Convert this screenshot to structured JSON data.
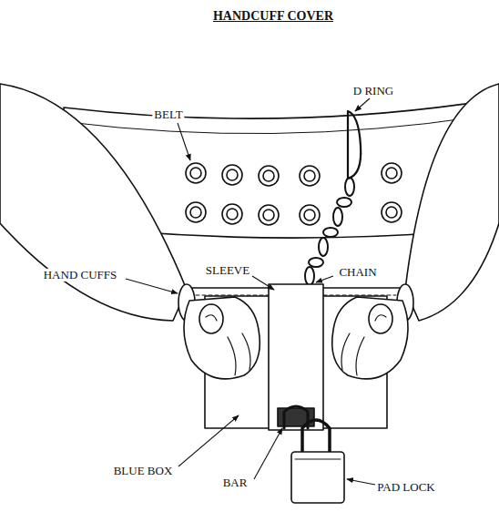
{
  "diagram": {
    "title": "HANDCUFF COVER",
    "labels": [
      "BELT",
      "D RING",
      "HAND CUFFS",
      "SLEEVE",
      "CHAIN",
      "BLUE BOX",
      "BAR",
      "PAD LOCK"
    ]
  }
}
